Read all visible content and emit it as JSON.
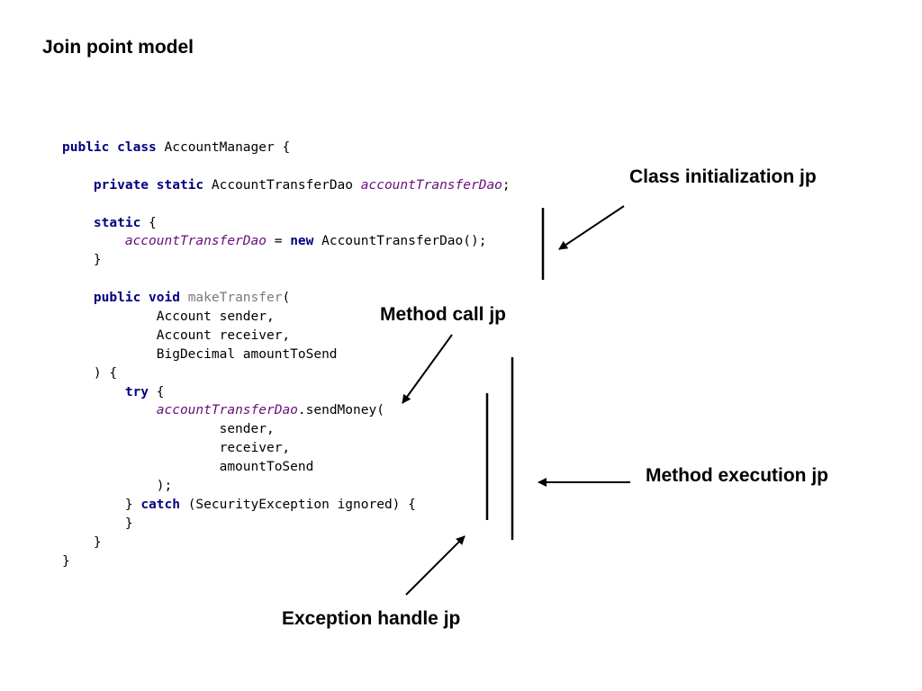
{
  "title": "Join point model",
  "code_lines": [
    [
      {
        "t": "public",
        "c": "kw"
      },
      {
        "t": " "
      },
      {
        "t": "class",
        "c": "kw"
      },
      {
        "t": " AccountManager {"
      }
    ],
    [
      {
        "t": ""
      }
    ],
    [
      {
        "t": "    "
      },
      {
        "t": "private",
        "c": "kw"
      },
      {
        "t": " "
      },
      {
        "t": "static",
        "c": "kw"
      },
      {
        "t": " AccountTransferDao "
      },
      {
        "t": "accountTransferDao",
        "c": "fld"
      },
      {
        "t": ";"
      }
    ],
    [
      {
        "t": ""
      }
    ],
    [
      {
        "t": "    "
      },
      {
        "t": "static",
        "c": "kw"
      },
      {
        "t": " {"
      }
    ],
    [
      {
        "t": "        "
      },
      {
        "t": "accountTransferDao",
        "c": "fld"
      },
      {
        "t": " = "
      },
      {
        "t": "new",
        "c": "kw"
      },
      {
        "t": " AccountTransferDao();"
      }
    ],
    [
      {
        "t": "    }"
      }
    ],
    [
      {
        "t": ""
      }
    ],
    [
      {
        "t": "    "
      },
      {
        "t": "public",
        "c": "kw"
      },
      {
        "t": " "
      },
      {
        "t": "void",
        "c": "kw"
      },
      {
        "t": " "
      },
      {
        "t": "makeTransfer",
        "c": "mth"
      },
      {
        "t": "("
      }
    ],
    [
      {
        "t": "            Account sender,"
      }
    ],
    [
      {
        "t": "            Account receiver,"
      }
    ],
    [
      {
        "t": "            BigDecimal amountToSend"
      }
    ],
    [
      {
        "t": "    ) {"
      }
    ],
    [
      {
        "t": "        "
      },
      {
        "t": "try",
        "c": "kw"
      },
      {
        "t": " {"
      }
    ],
    [
      {
        "t": "            "
      },
      {
        "t": "accountTransferDao",
        "c": "fld"
      },
      {
        "t": ".sendMoney("
      }
    ],
    [
      {
        "t": "                    sender,"
      }
    ],
    [
      {
        "t": "                    receiver,"
      }
    ],
    [
      {
        "t": "                    amountToSend"
      }
    ],
    [
      {
        "t": "            );"
      }
    ],
    [
      {
        "t": "        } "
      },
      {
        "t": "catch",
        "c": "kw"
      },
      {
        "t": " (SecurityException ignored) {"
      }
    ],
    [
      {
        "t": "        }"
      }
    ],
    [
      {
        "t": "    }"
      }
    ],
    [
      {
        "t": "}"
      }
    ]
  ],
  "annotations": {
    "class_init": "Class initialization jp",
    "method_call": "Method call jp",
    "method_execution": "Method execution jp",
    "exception_handle": "Exception handle jp"
  }
}
